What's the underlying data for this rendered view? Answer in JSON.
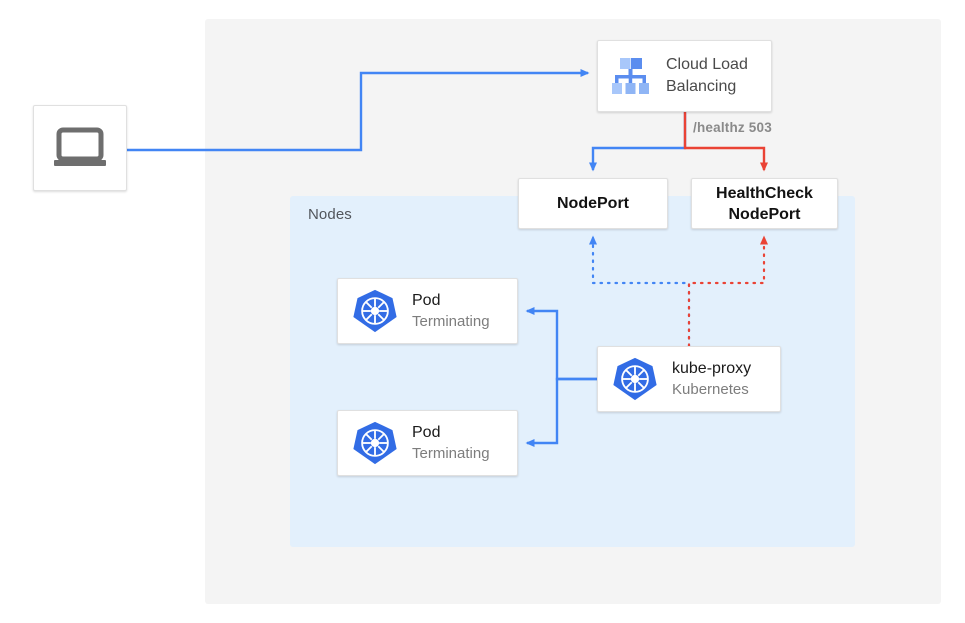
{
  "diagram": {
    "title": "Kubernetes NodePort health check with terminating pods",
    "colors": {
      "traffic_blue": "#4285F4",
      "health_red": "#EA4335",
      "k8s_blue": "#326CE5",
      "outer_panel": "#F4F4F4",
      "nodes_panel": "#E3F0FC",
      "card_bg": "#FFFFFF",
      "muted_text": "#7D7D7D"
    },
    "panels": {
      "outer": {
        "name": "cloud-panel",
        "label": ""
      },
      "nodes": {
        "name": "nodes-panel",
        "label": "Nodes"
      }
    },
    "nodes": [
      {
        "id": "client",
        "name": "client-device",
        "icon": "laptop-icon",
        "label": "",
        "sub": ""
      },
      {
        "id": "load-balancer",
        "name": "cloud-load-balancing",
        "icon": "cloud-load-balancing-icon",
        "label": "Cloud Load\nBalancing",
        "sub": ""
      },
      {
        "id": "nodeport",
        "name": "nodeport",
        "icon": "",
        "label": "NodePort",
        "sub": ""
      },
      {
        "id": "healthcheck-nodeport",
        "name": "healthcheck-nodeport",
        "icon": "",
        "label": "HealthCheck\nNodePort",
        "sub": ""
      },
      {
        "id": "pod-1",
        "name": "pod-terminating-1",
        "icon": "kubernetes-icon",
        "label": "Pod",
        "sub": "Terminating"
      },
      {
        "id": "pod-2",
        "name": "pod-terminating-2",
        "icon": "kubernetes-icon",
        "label": "Pod",
        "sub": "Terminating"
      },
      {
        "id": "kube-proxy",
        "name": "kube-proxy",
        "icon": "kubernetes-icon",
        "label": "kube-proxy",
        "sub": "Kubernetes"
      }
    ],
    "edge_labels": {
      "healthz": "/healthz 503"
    },
    "edges": [
      {
        "from": "client",
        "to": "load-balancer",
        "style": "solid",
        "color": "#4285F4"
      },
      {
        "from": "load-balancer",
        "to": "nodeport",
        "style": "solid",
        "color": "#4285F4"
      },
      {
        "from": "load-balancer",
        "to": "healthcheck-nodeport",
        "style": "solid",
        "color": "#EA4335",
        "label": "/healthz 503"
      },
      {
        "from": "kube-proxy",
        "to": "nodeport",
        "style": "dotted",
        "color": "#4285F4"
      },
      {
        "from": "kube-proxy",
        "to": "healthcheck-nodeport",
        "style": "dotted",
        "color": "#EA4335"
      },
      {
        "from": "kube-proxy",
        "to": "pod-1",
        "style": "solid",
        "color": "#4285F4"
      },
      {
        "from": "kube-proxy",
        "to": "pod-2",
        "style": "solid",
        "color": "#4285F4"
      }
    ]
  }
}
